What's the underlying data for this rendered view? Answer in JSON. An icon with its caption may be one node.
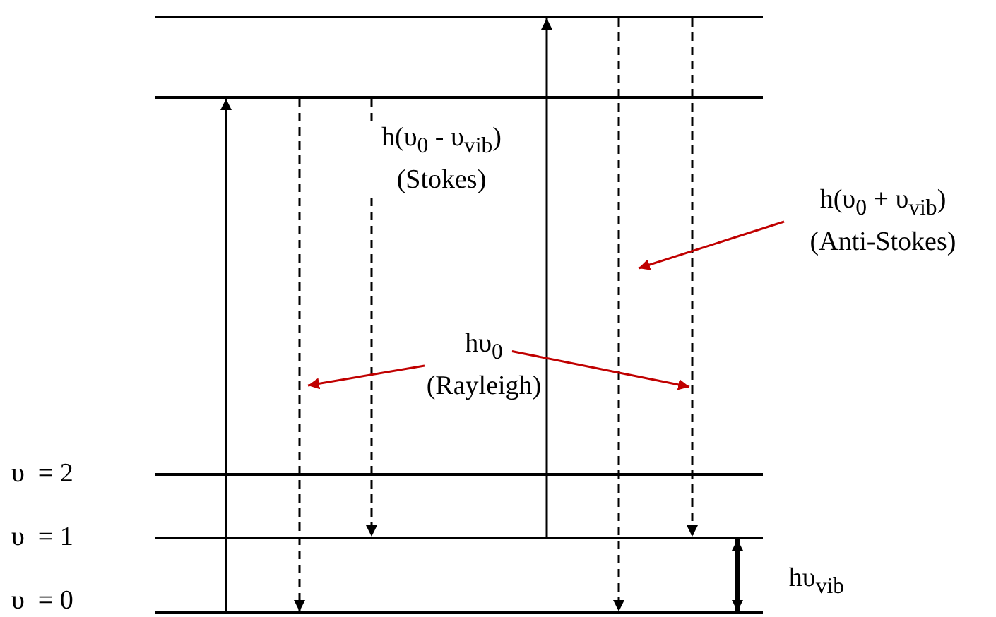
{
  "diagram": {
    "nodes": [
      {
        "text": [],
        "shape": "bar"
      },
      {
        "text": [],
        "shape": "bar"
      },
      {
        "text": [],
        "shape": "bar",
        "beside": [
          "υ  = 2"
        ]
      },
      {
        "text": [],
        "shape": "bar",
        "beside": [
          "υ  = 1"
        ]
      },
      {
        "text": [],
        "shape": "bar",
        "beside": [
          "υ  = 0"
        ]
      },
      {
        "text": [
          "hυ$_{0}$ (Rayleigh)"
        ]
      },
      {
        "text": [
          "h(υ$_{0}$ + υ$_{vib}$) (Anti-Stokes)"
        ]
      }
    ],
    "edges": [
      {
        "from": 4,
        "to": 1,
        "arrow": "to"
      },
      {
        "from": 1,
        "to": 4,
        "arrow": "to",
        "style": "dashed"
      },
      {
        "from": 1,
        "to": 3,
        "arrow": "to",
        "style": "dashed",
        "label": "h(υ$_{0}$ - υ$_{vib}$) (Stokes)"
      },
      {
        "from": 3,
        "to": 0,
        "arrow": "to"
      },
      {
        "from": 0,
        "to": 4,
        "arrow": "to",
        "style": "dashed"
      },
      {
        "from": 0,
        "to": 3,
        "arrow": "to",
        "style": "dashed"
      },
      {
        "from": 4,
        "to": 3,
        "arrow": "both",
        "style": "thick",
        "label": "hυ$_{vib}$"
      },
      {
        "from": 5,
        "to": null,
        "arrow": "to",
        "color": "#c00000"
      },
      {
        "from": 5,
        "to": null,
        "arrow": "to",
        "color": "#c00000"
      },
      {
        "from": 6,
        "to": null,
        "arrow": "to",
        "color": "#c00000"
      }
    ]
  }
}
